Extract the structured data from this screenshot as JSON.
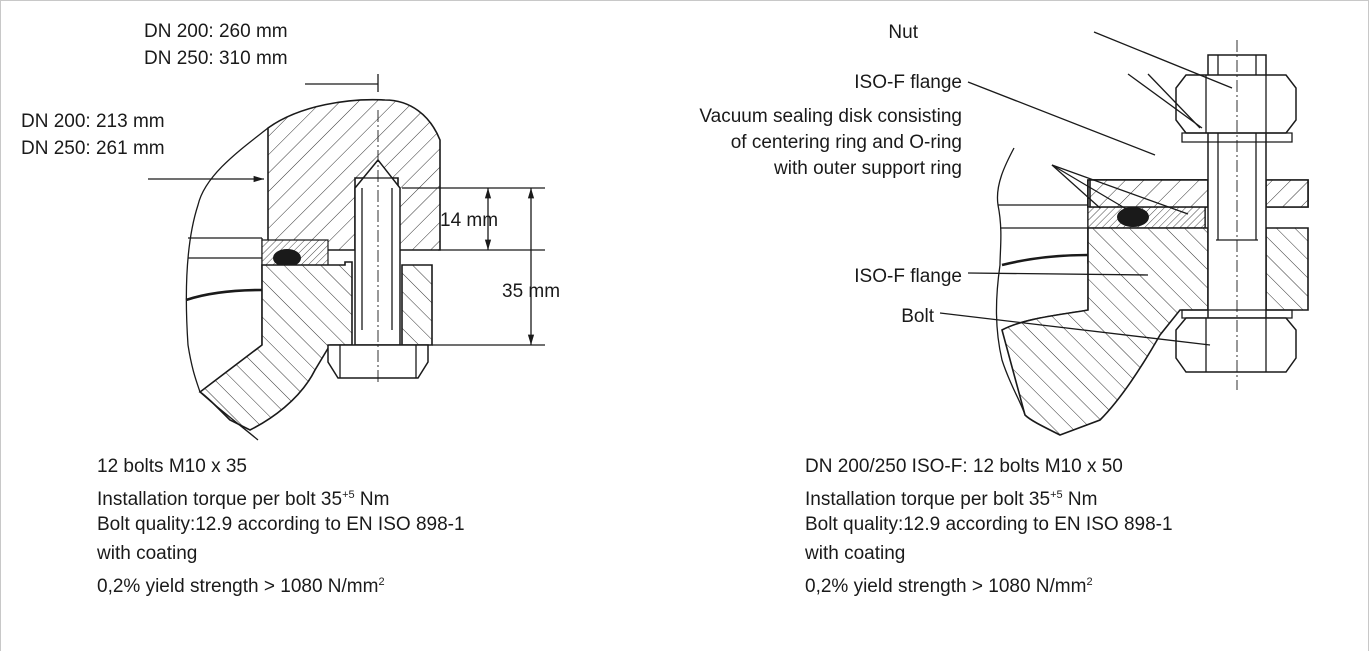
{
  "left_diagram": {
    "outer_dim": [
      "DN 200:  260 mm",
      "DN 250:  310 mm"
    ],
    "inner_dim": [
      "DN 200:  213 mm",
      "DN 250:  261 mm"
    ],
    "depth_14": "14 mm",
    "depth_35": "35 mm",
    "notes": {
      "line1": "12 bolts M10 x 35",
      "line2_pre": "Installation torque per bolt 35",
      "line2_sup": "+5",
      "line2_post": " Nm",
      "line3": "Bolt quality:12.9 according to EN ISO 898-1",
      "line4": "with coating",
      "line5_pre": "0,2% yield strength > 1080 N/mm",
      "line5_sup": "2"
    }
  },
  "right_diagram": {
    "nut": "Nut",
    "flange_top": "ISO-F flange",
    "seal": [
      "Vacuum sealing disk consisting",
      "of centering ring and O-ring",
      "with outer support ring"
    ],
    "flange_bottom": "ISO-F flange",
    "bolt": "Bolt",
    "notes": {
      "line1": "DN 200/250 ISO-F: 12 bolts M10 x 50",
      "line2_pre": "Installation torque per bolt 35",
      "line2_sup": "+5",
      "line2_post": " Nm",
      "line3": "Bolt quality:12.9 according to EN ISO 898-1",
      "line4": "with coating",
      "line5_pre": "0,2% yield strength > 1080 N/mm",
      "line5_sup": "2"
    }
  }
}
